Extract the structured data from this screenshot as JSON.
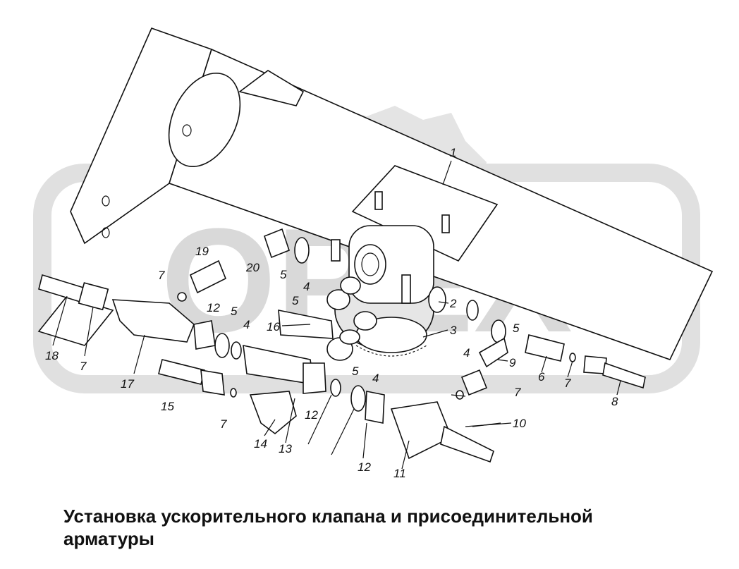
{
  "caption": {
    "line1": "Установка ускорительного клапана и присоединительной",
    "line2": "арматуры"
  },
  "watermark": {
    "text": "OPEX",
    "color": "#d7d7d7"
  },
  "callouts": [
    "1",
    "2",
    "3",
    "4",
    "4",
    "4",
    "4",
    "5",
    "5",
    "5",
    "5",
    "5",
    "6",
    "7",
    "7",
    "7",
    "7",
    "7",
    "8",
    "9",
    "10",
    "11",
    "12",
    "12",
    "12",
    "13",
    "14",
    "15",
    "16",
    "17",
    "18",
    "19",
    "20"
  ]
}
